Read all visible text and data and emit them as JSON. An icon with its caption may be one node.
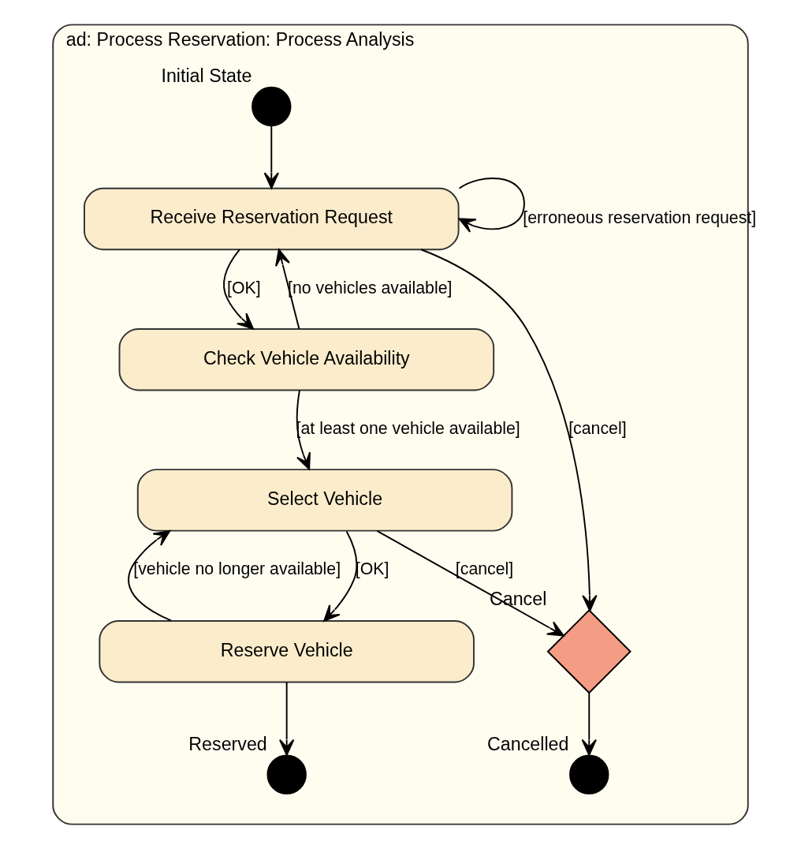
{
  "diagram": {
    "nodes": [
      {
        "text": [
          "ad: Process Reservation: Process Analysis"
        ]
      },
      {
        "text": [],
        "shape": "circle",
        "beside": [
          "Initial State"
        ],
        "in": 0
      },
      {
        "text": [
          "Receive Reservation Request"
        ],
        "in": 0
      },
      {
        "text": [
          "Check Vehicle Availability"
        ],
        "in": 0
      },
      {
        "text": [
          "Select Vehicle"
        ],
        "in": 0
      },
      {
        "text": [
          "Reserve Vehicle"
        ],
        "in": 0
      },
      {
        "text": [],
        "shape": "diamond",
        "beside": [
          "Cancel"
        ],
        "in": 0
      },
      {
        "text": [],
        "shape": "circle",
        "beside": [
          "Cancelled"
        ],
        "in": 0
      },
      {
        "text": [],
        "shape": "circle",
        "beside": [
          "Reserved"
        ],
        "in": 0
      }
    ],
    "edges": [
      {
        "from": 1,
        "to": 2,
        "arrow": "to"
      },
      {
        "from": 2,
        "to": 2,
        "arrow": "to",
        "label": "[erroneous reservation request]"
      },
      {
        "from": 2,
        "to": 6,
        "arrow": "to",
        "label": "[cancel]"
      },
      {
        "from": 2,
        "to": 3,
        "arrow": "to",
        "label": "[OK]"
      },
      {
        "from": 3,
        "to": 2,
        "arrow": "to",
        "label": "[no vehicles available]"
      },
      {
        "from": 3,
        "to": 4,
        "arrow": "to",
        "label": "[at least one vehicle available]"
      },
      {
        "from": 4,
        "to": 6,
        "arrow": "to",
        "label": "[cancel]"
      },
      {
        "from": 4,
        "to": 5,
        "arrow": "to",
        "label": "[OK]"
      },
      {
        "from": 5,
        "to": 4,
        "arrow": "to",
        "label": "[vehicle no longer available]"
      },
      {
        "from": 6,
        "to": 7,
        "arrow": "to"
      },
      {
        "from": 5,
        "to": 8,
        "arrow": "to"
      }
    ]
  }
}
